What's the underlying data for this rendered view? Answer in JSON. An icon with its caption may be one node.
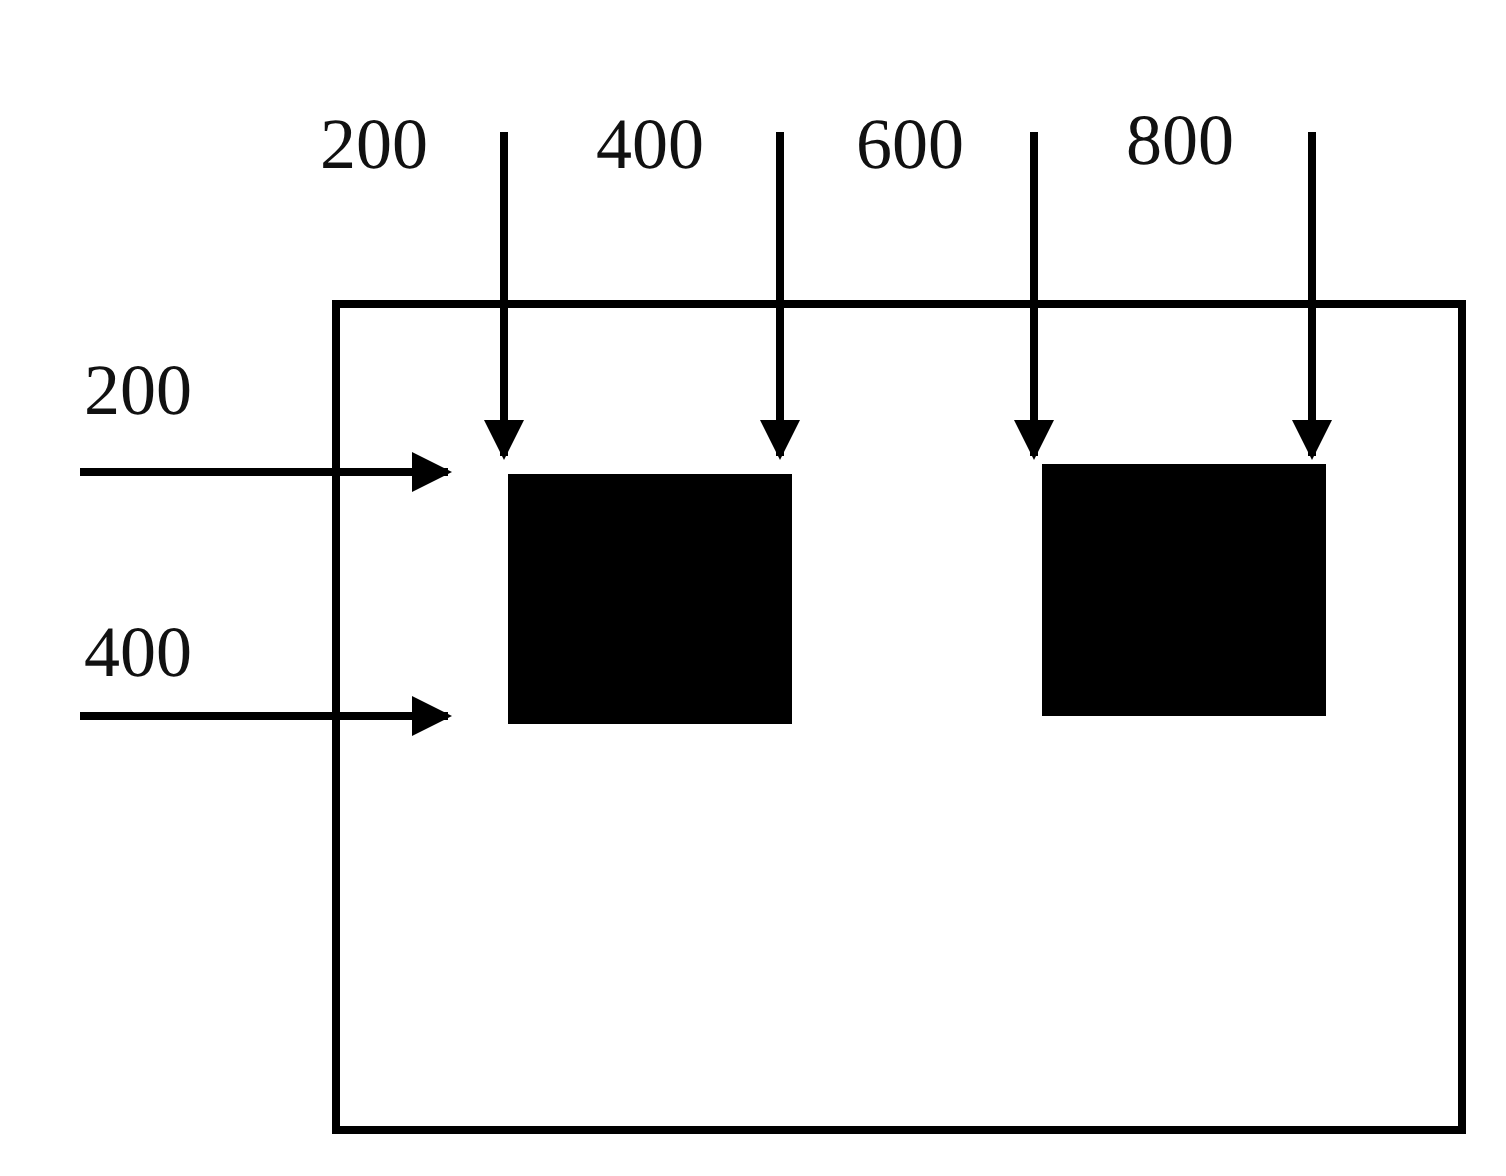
{
  "diagram": {
    "nodes": [
      {
        "text": [],
        "shape": "box"
      },
      {
        "text": [],
        "shape": "box",
        "in": 0
      },
      {
        "text": [],
        "shape": "box",
        "in": 0
      }
    ],
    "labels": [
      "200",
      "400",
      "600",
      "800",
      "200",
      "400"
    ]
  }
}
